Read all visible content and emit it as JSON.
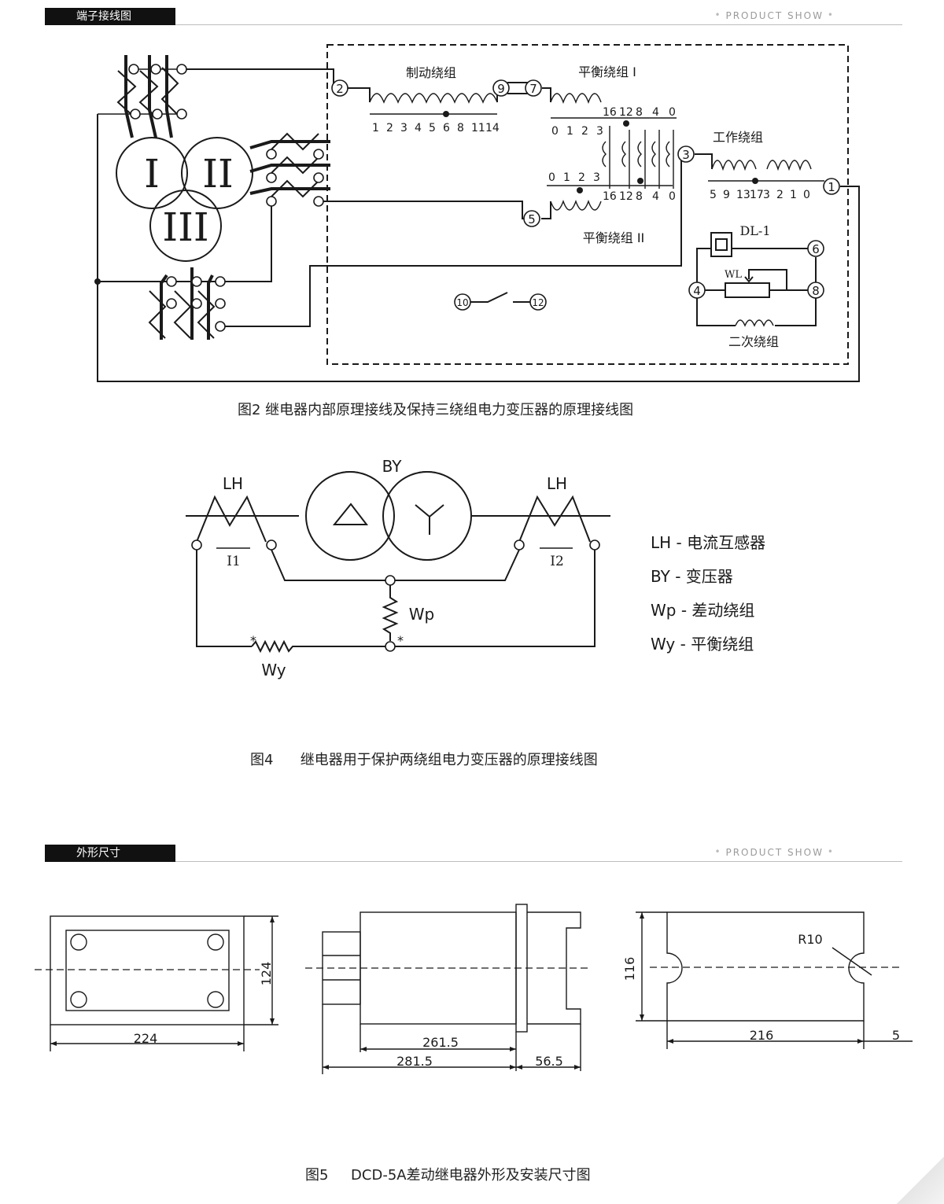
{
  "sections": {
    "terminal": {
      "tag": "端子接线图",
      "show": "PRODUCT SHOW"
    },
    "outline": {
      "tag": "外形尺寸",
      "show": "PRODUCT SHOW"
    }
  },
  "fig2": {
    "caption": "图2 继电器内部原理接线及保持三绕组电力变压器的原理接线图",
    "roman": [
      "I",
      "II",
      "III"
    ],
    "brake_winding": "制动绕组",
    "brake_taps": [
      "1",
      "2",
      "3",
      "4",
      "5",
      "6",
      "8",
      "11",
      "14"
    ],
    "balance1": "平衡绕组 I",
    "balance1_taps_left": [
      "0",
      "1",
      "2",
      "3"
    ],
    "balance1_taps_right": [
      "16",
      "12",
      "8",
      "4",
      "0"
    ],
    "work_winding": "工作绕组",
    "work_taps": [
      "5",
      "9",
      "13",
      "17",
      "3",
      "2",
      "1",
      "0"
    ],
    "balance2": "平衡绕组 II",
    "balance2_taps_left": [
      "0",
      "1",
      "2",
      "3"
    ],
    "balance2_taps_right": [
      "16",
      "12",
      "8",
      "4",
      "0"
    ],
    "relay": "DL-1",
    "wl": "WL",
    "secondary": "二次绕组",
    "terminals": [
      "1",
      "2",
      "3",
      "4",
      "5",
      "6",
      "7",
      "8",
      "9",
      "10",
      "12"
    ]
  },
  "fig4": {
    "caption": "图4      继电器用于保护两绕组电力变压器的原理接线图",
    "lh_left": "LH",
    "lh_right": "LH",
    "by": "BY",
    "i1": "I1",
    "i2": "I2",
    "wp": "Wp",
    "wy": "Wy",
    "star": "*",
    "legend": [
      "LH - 电流互感器",
      "BY - 变压器",
      "Wp - 差动绕组",
      "Wy - 平衡绕组"
    ]
  },
  "fig5": {
    "caption": "图5     DCD-5A差动继电器外形及安装尺寸图",
    "dims": {
      "w224": "224",
      "h124": "124",
      "d261": "261.5",
      "d281": "281.5",
      "d56": "56.5",
      "h116": "116",
      "w216": "216",
      "d5": "5",
      "r10": "R10"
    }
  }
}
